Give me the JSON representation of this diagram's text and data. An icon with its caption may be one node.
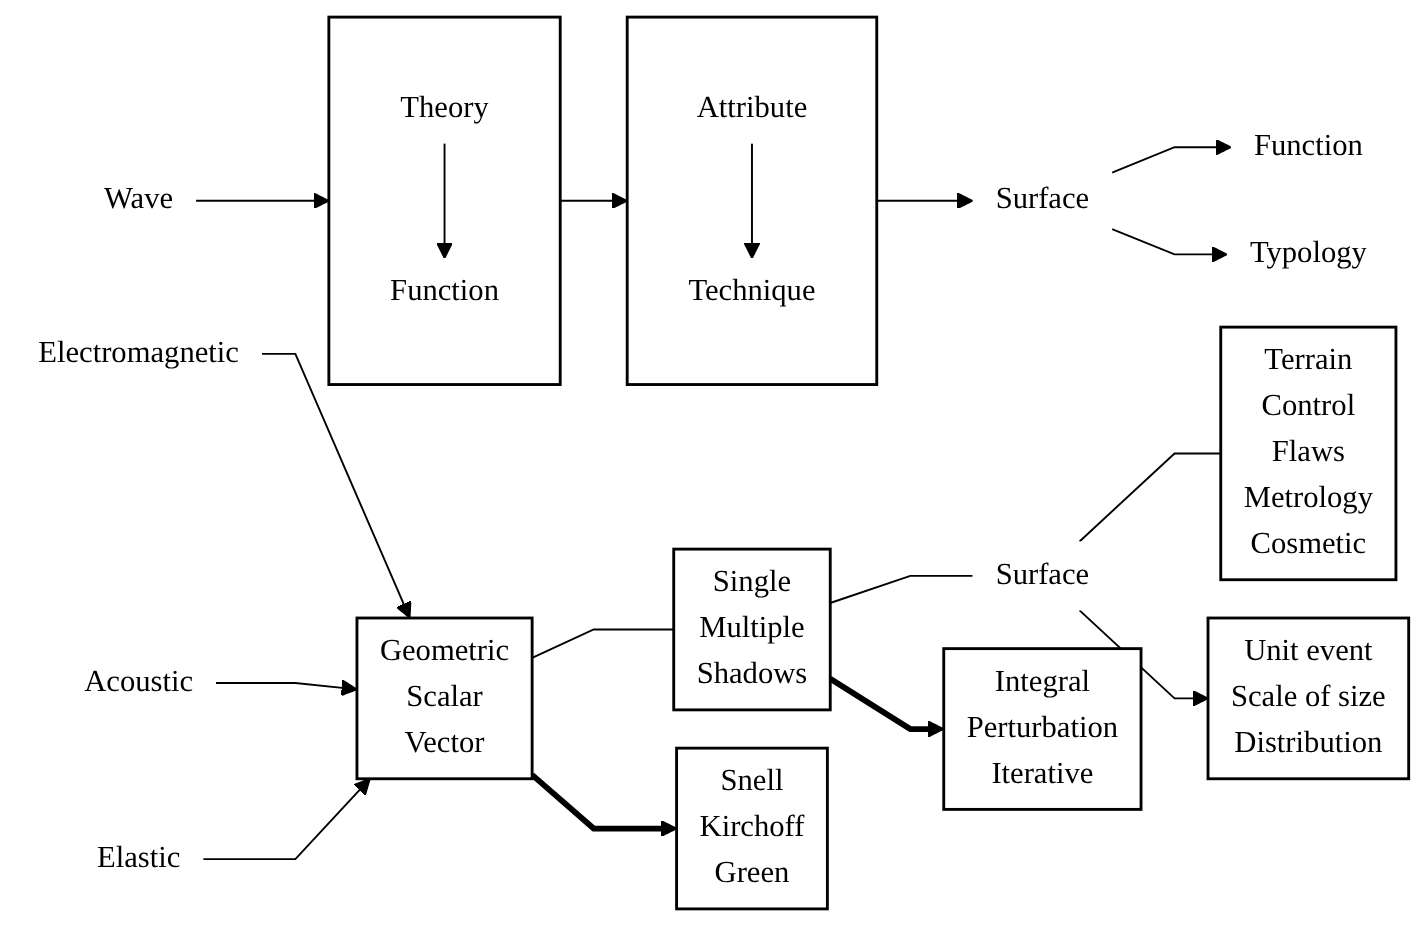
{
  "diagram": {
    "nodes": [
      {
        "text": [
          "Wave"
        ]
      },
      {
        "text": [],
        "shape": "box"
      },
      {
        "text": [
          "Theory"
        ],
        "in": 1
      },
      {
        "text": [
          "Function"
        ],
        "in": 1
      },
      {
        "text": [],
        "shape": "box"
      },
      {
        "text": [
          "Attribute"
        ],
        "in": 4
      },
      {
        "text": [
          "Technique"
        ],
        "in": 4
      },
      {
        "text": [
          "Surface"
        ]
      },
      {
        "text": [
          "Function"
        ]
      },
      {
        "text": [
          "Typology"
        ]
      },
      {
        "text": [
          "Electromagnetic"
        ]
      },
      {
        "text": [
          "Acoustic"
        ]
      },
      {
        "text": [
          "Elastic"
        ]
      },
      {
        "text": [
          "Geometric",
          "Scalar",
          "Vector"
        ]
      },
      {
        "text": [
          "Single",
          "Multiple",
          "Shadows"
        ]
      },
      {
        "text": [
          "Surface"
        ]
      },
      {
        "text": [
          "Terrain",
          "Control",
          "Flaws",
          "Metrology",
          "Cosmetic"
        ]
      },
      {
        "text": [
          "Snell",
          "Kirchoff",
          "Green"
        ]
      },
      {
        "text": [
          "Integral",
          "Perturbation",
          "Iterative"
        ]
      },
      {
        "text": [
          "Unit event",
          "Scale of size",
          "Distribution"
        ]
      }
    ],
    "edges": [
      {
        "from": 0,
        "to": 1,
        "arrow": "to"
      },
      {
        "from": 2,
        "to": 3,
        "arrow": "to"
      },
      {
        "from": 1,
        "to": 4,
        "arrow": "to"
      },
      {
        "from": 5,
        "to": 6,
        "arrow": "to"
      },
      {
        "from": 4,
        "to": 7,
        "arrow": "to"
      },
      {
        "from": 7,
        "to": 8,
        "arrow": "to"
      },
      {
        "from": 7,
        "to": 9,
        "arrow": "to"
      },
      {
        "from": 10,
        "to": 13,
        "arrow": "to"
      },
      {
        "from": 11,
        "to": 13,
        "arrow": "to"
      },
      {
        "from": 12,
        "to": 13,
        "arrow": "to"
      },
      {
        "from": 13,
        "to": 14,
        "arrow": "none"
      },
      {
        "from": 14,
        "to": 15,
        "arrow": "none"
      },
      {
        "from": 15,
        "to": 16,
        "arrow": "none"
      },
      {
        "from": 13,
        "to": 17,
        "arrow": "to",
        "style": "thick"
      },
      {
        "from": 14,
        "to": 18,
        "arrow": "to",
        "style": "thick"
      },
      {
        "from": 15,
        "to": 19,
        "arrow": "to"
      }
    ]
  }
}
